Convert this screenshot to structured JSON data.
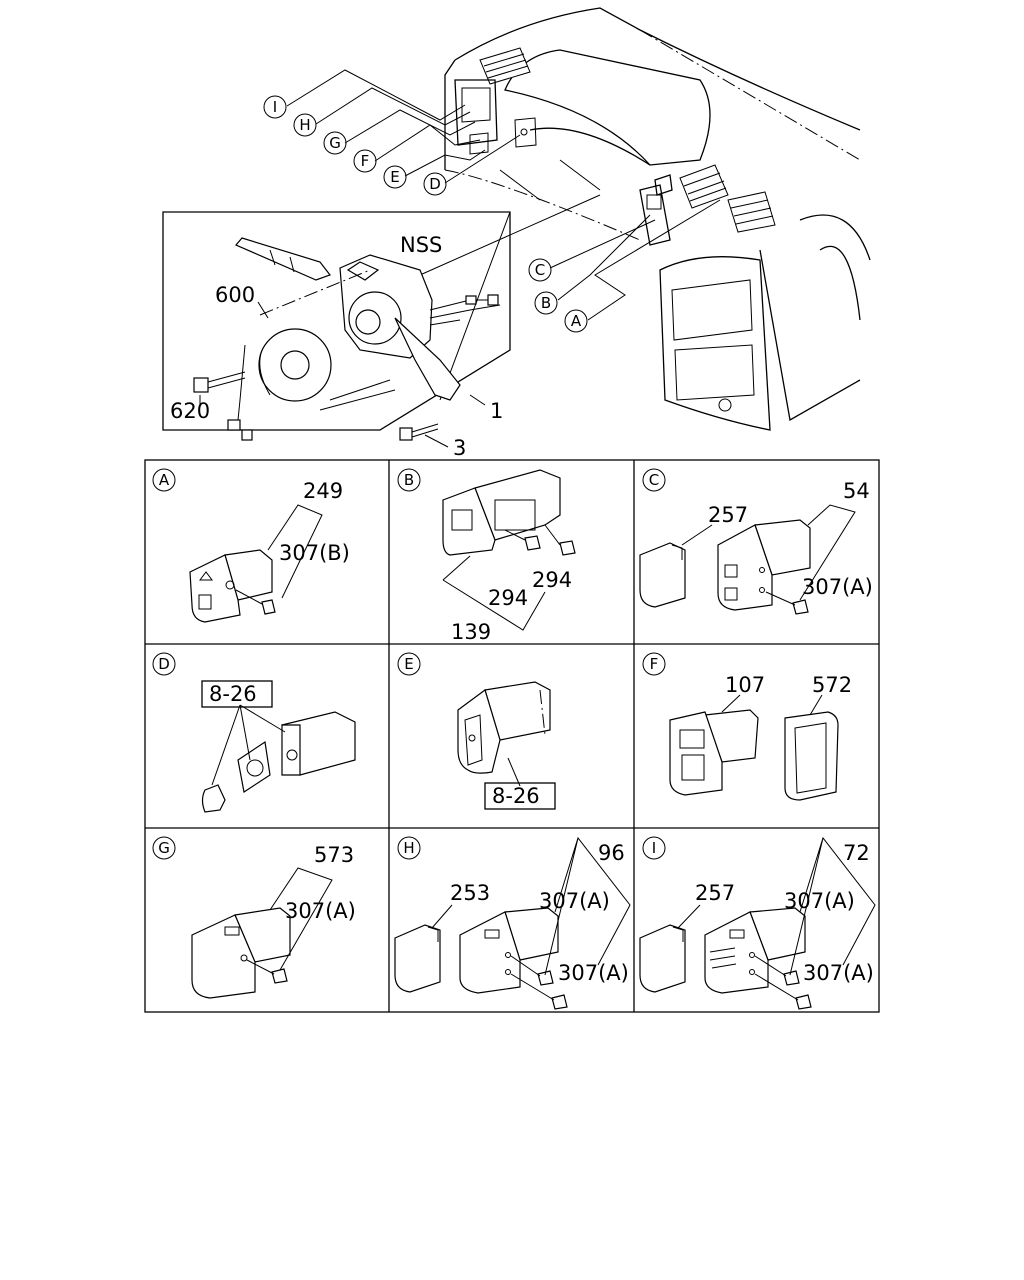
{
  "overview": {
    "callouts_left": [
      "I",
      "H",
      "G",
      "F",
      "E",
      "D"
    ],
    "callouts_right": [
      "C",
      "B",
      "A"
    ],
    "labels": {
      "nss": "NSS",
      "p600": "600",
      "p620": "620",
      "p1": "1",
      "p3": "3"
    }
  },
  "panels": [
    {
      "letter": "A",
      "labels": [
        "249",
        "307(B)"
      ]
    },
    {
      "letter": "B",
      "labels": [
        "294",
        "294",
        "139"
      ]
    },
    {
      "letter": "C",
      "labels": [
        "257",
        "54",
        "307(A)"
      ]
    },
    {
      "letter": "D",
      "labels": [],
      "boxed": "8-26"
    },
    {
      "letter": "E",
      "labels": [],
      "boxed": "8-26"
    },
    {
      "letter": "F",
      "labels": [
        "107",
        "572"
      ]
    },
    {
      "letter": "G",
      "labels": [
        "573",
        "307(A)"
      ]
    },
    {
      "letter": "H",
      "labels": [
        "253",
        "96",
        "307(A)",
        "307(A)"
      ]
    },
    {
      "letter": "I",
      "labels": [
        "257",
        "72",
        "307(A)",
        "307(A)"
      ]
    }
  ]
}
